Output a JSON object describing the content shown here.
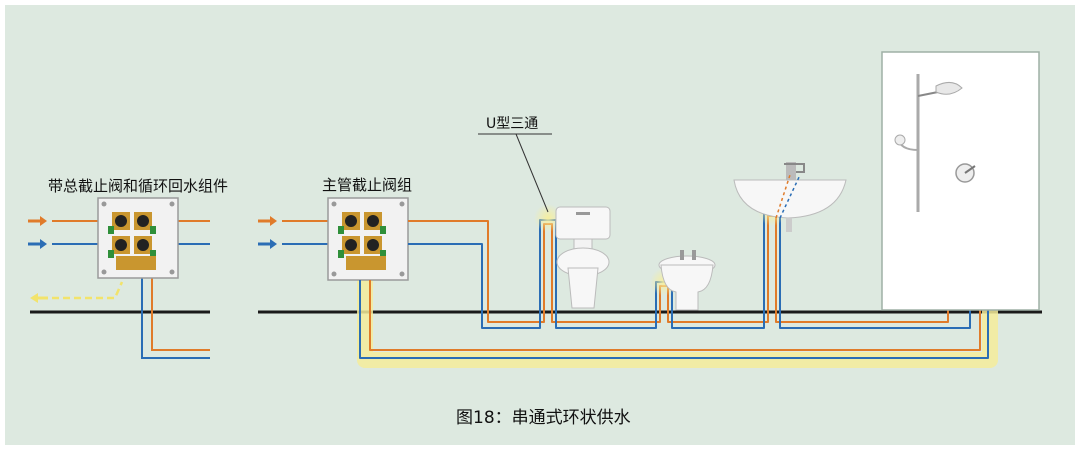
{
  "labels": {
    "left_unit": "带总截止阀和循环回水组件",
    "main_valve": "主管截止阀组",
    "u_tee": "U型三通",
    "caption": "图18：串通式环状供水"
  },
  "colors": {
    "background": "#dde9e0",
    "hot_pipe": "#e07b2a",
    "cold_pipe": "#2a6db5",
    "return_pipe": "#f2e36b",
    "glow": "#f5ec9a",
    "wall_line": "#1a1a1a",
    "brass": "#c9962f"
  },
  "icons": {
    "fixtures": [
      "toilet-icon",
      "bidet-icon",
      "washbasin-icon",
      "shower-icon"
    ],
    "valves": [
      "manifold-valve-icon",
      "manifold-valve-icon"
    ]
  }
}
